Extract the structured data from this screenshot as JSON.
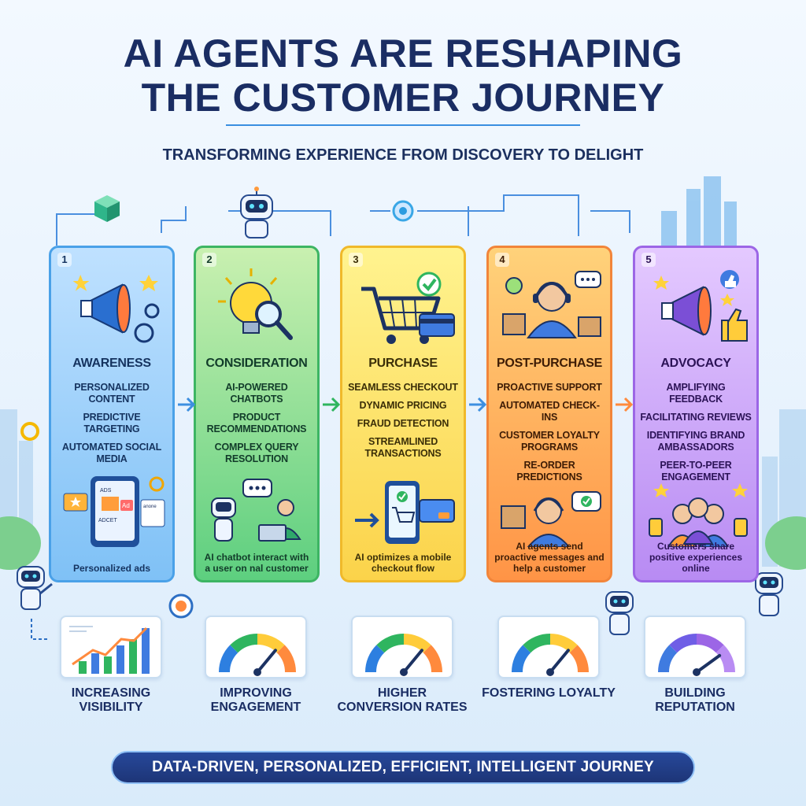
{
  "header": {
    "title_line1": "AI AGENTS ARE RESHAPING",
    "title_line2": "THE CUSTOMER JOURNEY",
    "subtitle": "TRANSFORMING EXPERIENCE FROM DISCOVERY TO DELIGHT"
  },
  "stages": [
    {
      "number": "1",
      "title": "AWARENESS",
      "items": [
        "PERSONALIZED CONTENT",
        "PREDICTIVE TARGETING",
        "AUTOMATED SOCIAL MEDIA"
      ],
      "caption": "Personalized ads",
      "hero_icon": "megaphone-icon",
      "color": "#4aa1e8"
    },
    {
      "number": "2",
      "title": "CONSIDERATION",
      "items": [
        "AI-POWERED CHATBOTS",
        "PRODUCT RECOMMENDATIONS",
        "COMPLEX QUERY RESOLUTION"
      ],
      "caption": "AI chatbot interact with a user on nal customer",
      "hero_icon": "lightbulb-icon",
      "color": "#3db563"
    },
    {
      "number": "3",
      "title": "PURCHASE",
      "items": [
        "SEAMLESS CHECKOUT",
        "DYNAMIC PRICING",
        "FRAUD DETECTION",
        "STREAMLINED TRANSACTIONS"
      ],
      "caption": "AI optimizes a mobile checkout flow",
      "hero_icon": "shopping-cart-icon",
      "color": "#f0b92a"
    },
    {
      "number": "4",
      "title": "POST-PURCHASE",
      "items": [
        "PROACTIVE SUPPORT",
        "AUTOMATED CHECK-INS",
        "CUSTOMER LOYALTY PROGRAMS",
        "RE-ORDER PREDICTIONS"
      ],
      "caption": "AI agents send proactive messages and help a customer",
      "hero_icon": "support-agent-icon",
      "color": "#f2853a"
    },
    {
      "number": "5",
      "title": "ADVOCACY",
      "items": [
        "AMPLIFYING FEEDBACK",
        "FACILITATING REVIEWS",
        "IDENTIFYING BRAND AMBASSADORS",
        "PEER-TO-PEER ENGAGEMENT"
      ],
      "caption": "Customers share positive experiences online",
      "hero_icon": "megaphone-thumbs-up-icon",
      "color": "#9c66e6"
    }
  ],
  "metrics": [
    {
      "label": "INCREASING VISIBILITY",
      "icon": "bar-chart-icon"
    },
    {
      "label": "IMPROVING ENGAGEMENT",
      "icon": "gauge-icon"
    },
    {
      "label": "HIGHER CONVERSION RATES",
      "icon": "gauge-icon"
    },
    {
      "label": "FOSTERING LOYALTY",
      "icon": "gauge-icon"
    },
    {
      "label": "BUILDING REPUTATION",
      "icon": "gauge-icon"
    }
  ],
  "metric_levels": [
    0.8,
    0.72,
    0.72,
    0.72,
    0.8
  ],
  "ad_card_text": {
    "line1": "ADS",
    "line2": "Ad",
    "line3": "ADCET",
    "line4": "anone"
  },
  "banner": "DATA-DRIVEN, PERSONALIZED, EFFICIENT, INTELLIGENT JOURNEY",
  "colors": {
    "title": "#1a2d63",
    "banner_bg": "#1d3577",
    "arrow": "#ff8a3d",
    "accent": "#3a8ee0"
  }
}
